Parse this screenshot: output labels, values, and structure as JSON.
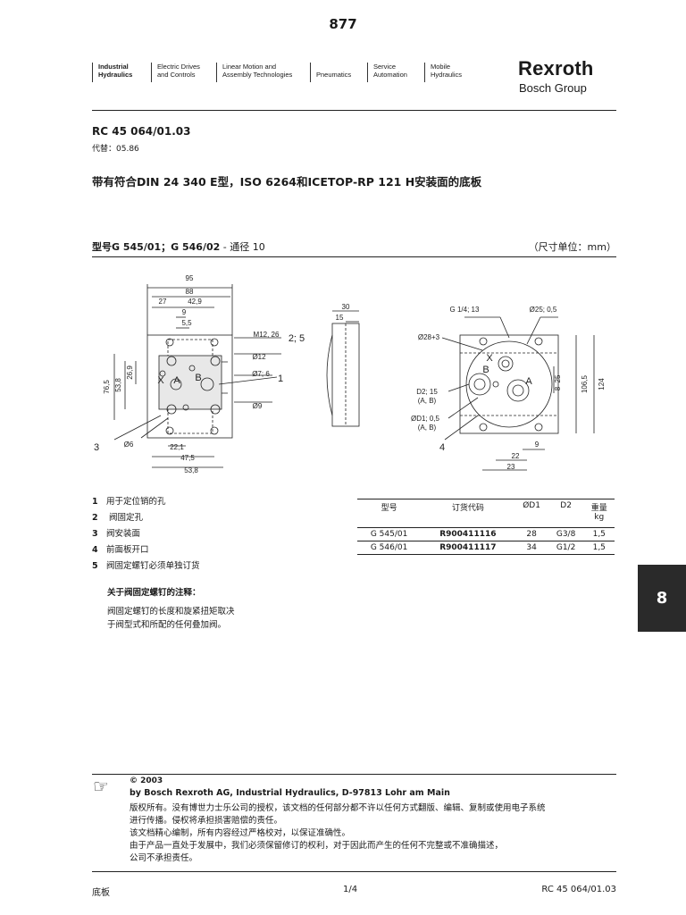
{
  "page_number": "877",
  "nav": [
    {
      "label": "Industrial\nHydraulics",
      "active": true
    },
    {
      "label": "Electric Drives\nand Controls"
    },
    {
      "label": "Linear Motion and\nAssembly Technologies"
    },
    {
      "label": "\nPneumatics"
    },
    {
      "label": "Service\nAutomation"
    },
    {
      "label": "Mobile\nHydraulics"
    }
  ],
  "logo": {
    "brand": "Rexroth",
    "group": "Bosch Group"
  },
  "doc_id": "RC 45 064/01.03",
  "supersedes": "代替：05.86",
  "title": "带有符合DIN 24 340 E型，ISO 6264和ICETOP-RP 121 H安装面的底板",
  "type_line": {
    "bold": "型号G 545/01；G 546/02",
    "rest": " - 通径 10"
  },
  "unit_note": "（尺寸单位：mm）",
  "drawing": {
    "left_dims": [
      "95",
      "88",
      "27",
      "42,9",
      "9",
      "5,5",
      "76,5",
      "53,8",
      "26,9",
      "22,1",
      "47,5",
      "53,8"
    ],
    "left_labels": [
      "M12, 26",
      "2; 5",
      "Ø12",
      "Ø7; 6",
      "1",
      "Ø9",
      "Ø6",
      "3",
      "X",
      "A",
      "B"
    ],
    "side_dims": [
      "30",
      "15"
    ],
    "right_dims": [
      "G 1/4; 13",
      "Ø25; 0,5",
      "Ø28+3",
      "D2; 15",
      "(A, B)",
      "ØD1; 0,5",
      "(A, B)",
      "4",
      "9",
      "22",
      "23",
      "25",
      "8",
      "106,5",
      "124",
      "X",
      "B",
      "A"
    ]
  },
  "legend": [
    {
      "n": "1",
      "text": "用于定位销的孔"
    },
    {
      "n": "2",
      "text": " 阀固定孔"
    },
    {
      "n": "3",
      "text": "阀安装面"
    },
    {
      "n": "4",
      "text": "前面板开口"
    },
    {
      "n": "5",
      "text": "阀固定螺钉必须单独订货"
    }
  ],
  "note": {
    "heading": "关于阀固定螺钉的注释：",
    "lines": [
      "阀固定螺钉的长度和旋紧扭矩取决",
      "于阀型式和所配的任何叠加阀。"
    ]
  },
  "table": {
    "headers": [
      "型号",
      "订货代码",
      "ØD1",
      "D2",
      "重量\nkg"
    ],
    "rows": [
      [
        "G 545/01",
        "R900411116",
        "28",
        "G3/8",
        "1,5"
      ],
      [
        "G 546/01",
        "R900411117",
        "34",
        "G1/2",
        "1,5"
      ]
    ]
  },
  "section_tab": "8",
  "copyright": {
    "year": "© 2003",
    "company": "by Bosch Rexroth AG, Industrial Hydraulics, D-97813 Lohr am Main",
    "lines": [
      "版权所有。没有博世力士乐公司的授权，该文档的任何部分都不许以任何方式翻版、编辑、复制或使用电子系统",
      "进行传播。侵权将承担损害赔偿的责任。",
      "该文档精心编制，所有内容经过严格校对，以保证准确性。",
      "由于产品一直处于发展中，我们必须保留修订的权利，对于因此而产生的任何不完整或不准确描述，",
      "公司不承担责任。"
    ]
  },
  "footer": {
    "left": "底板",
    "page": "1/4",
    "right": "RC 45 064/01.03"
  }
}
